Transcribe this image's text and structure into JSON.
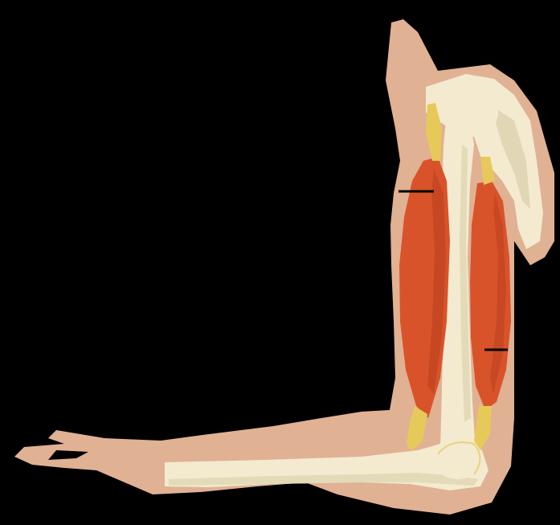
{
  "diagram": {
    "subject": "arm-muscle-diagram",
    "colors": {
      "background": "#000000",
      "skin": "#e0b193",
      "bone": "#f3ead0",
      "bone_shadow": "#d9cfa9",
      "muscle": "#d9532a",
      "muscle_dark": "#b83e1d",
      "tendon": "#e7c95a",
      "pointer_line": "#000000"
    },
    "parts": [
      {
        "id": "skin",
        "icon": "arm-silhouette"
      },
      {
        "id": "humerus",
        "icon": "upper-arm-bone"
      },
      {
        "id": "scapula",
        "icon": "shoulder-blade"
      },
      {
        "id": "forearm",
        "icon": "forearm-bones"
      },
      {
        "id": "biceps",
        "icon": "muscle-biceps"
      },
      {
        "id": "triceps",
        "icon": "muscle-triceps"
      }
    ],
    "pointers": [
      {
        "target": "biceps"
      },
      {
        "target": "triceps"
      }
    ]
  }
}
